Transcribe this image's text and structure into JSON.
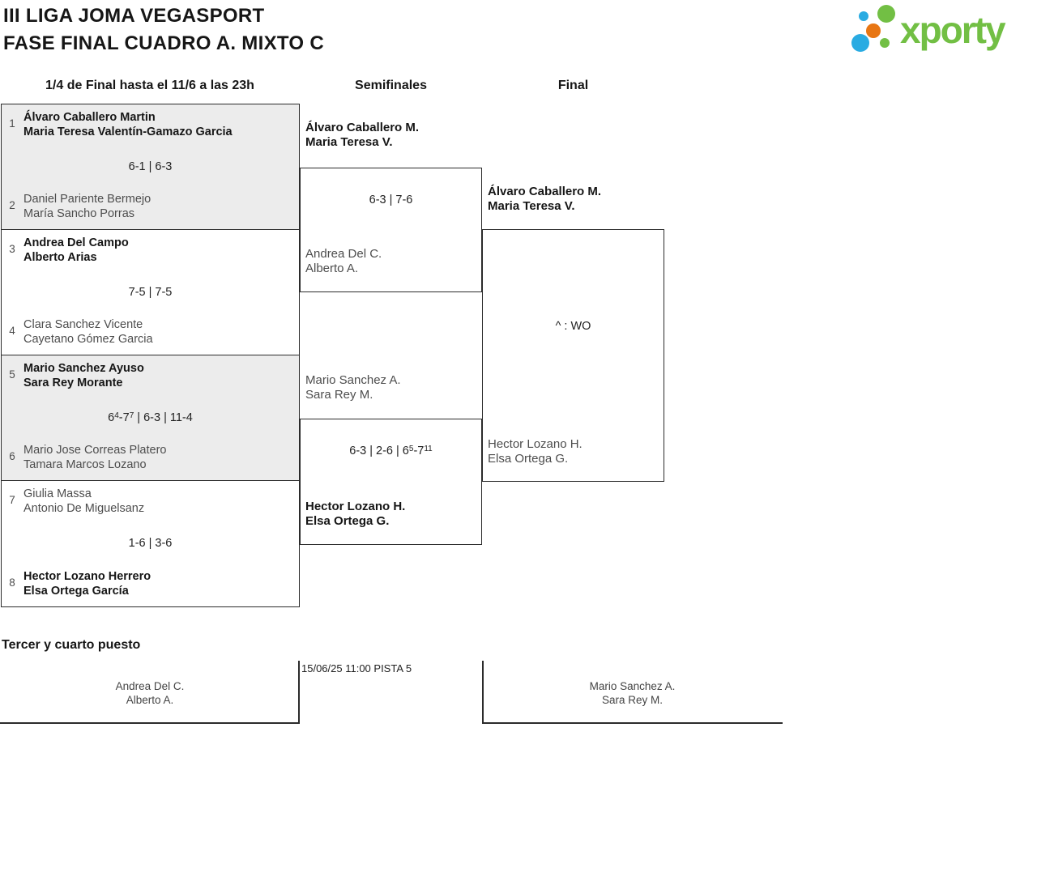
{
  "header": {
    "title_line1": "III LIGA JOMA VEGASPORT",
    "title_line2": "FASE FINAL CUADRO A. MIXTO C",
    "logo_text": "xporty"
  },
  "colors": {
    "logo_green": "#72bf44",
    "logo_blue": "#29abe2",
    "logo_orange": "#e87613",
    "shaded_box": "#ececec",
    "border": "#2b2b2b"
  },
  "round_headers": {
    "quarterfinals": "1/4 de Final hasta el 11/6 a las 23h",
    "semifinals": "Semifinales",
    "final": "Final"
  },
  "quarterfinals": [
    {
      "seed1": "1",
      "team1_line1": "Álvaro Caballero Martin",
      "team1_line2": "Maria Teresa Valentín-Gamazo Garcia",
      "score": "6-1 | 6-3",
      "seed2": "2",
      "team2_line1": "Daniel Pariente Bermejo",
      "team2_line2": "María Sancho Porras"
    },
    {
      "seed1": "3",
      "team1_line1": "Andrea Del Campo",
      "team1_line2": "Alberto Arias",
      "score": "7-5 | 7-5",
      "seed2": "4",
      "team2_line1": "Clara Sanchez Vicente",
      "team2_line2": "Cayetano Gómez Garcia"
    },
    {
      "seed1": "5",
      "team1_line1": "Mario Sanchez Ayuso",
      "team1_line2": "Sara Rey Morante",
      "score": "6{4}-7{7} | 6-3 | 11-4",
      "seed2": "6",
      "team2_line1": "Mario Jose Correas Platero",
      "team2_line2": "Tamara Marcos Lozano"
    },
    {
      "seed1": "7",
      "team1_line1": "Giulia Massa",
      "team1_line2": "Antonio De Miguelsanz",
      "score": "1-6 | 3-6",
      "seed2": "8",
      "team2_line1": "Hector Lozano Herrero",
      "team2_line2": "Elsa Ortega García"
    }
  ],
  "semifinals": [
    {
      "team1_line1": "Álvaro Caballero M.",
      "team1_line2": "Maria Teresa V.",
      "score": "6-3 | 7-6",
      "team2_line1": "Andrea Del C.",
      "team2_line2": "Alberto A."
    },
    {
      "team1_line1": "Mario Sanchez A.",
      "team1_line2": "Sara Rey M.",
      "score": "6-3 | 2-6 | 6{5}-7{11}",
      "team2_line1": "Hector Lozano H.",
      "team2_line2": "Elsa Ortega G."
    }
  ],
  "final": {
    "team1_line1": "Álvaro Caballero M.",
    "team1_line2": "Maria Teresa V.",
    "score": "^ : WO",
    "team2_line1": "Hector Lozano H.",
    "team2_line2": "Elsa Ortega G."
  },
  "third_place": {
    "heading": "Tercer y cuarto puesto",
    "schedule": "15/06/25 11:00 PISTA 5",
    "team1_line1": "Andrea Del C.",
    "team1_line2": "Alberto A.",
    "team2_line1": "Mario Sanchez A.",
    "team2_line2": "Sara Rey M."
  }
}
